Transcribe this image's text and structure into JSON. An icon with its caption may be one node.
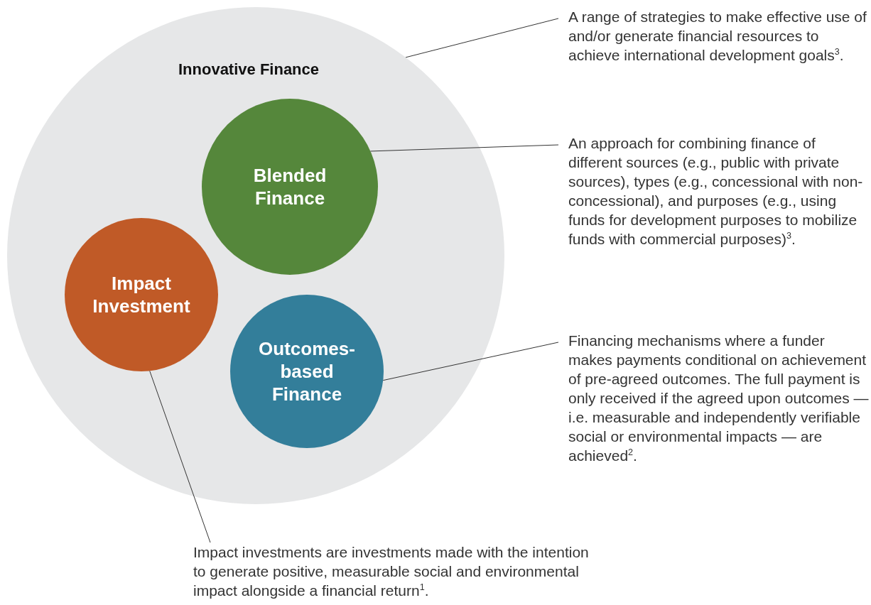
{
  "diagram": {
    "nodes": [
      {
        "text": [
          "Innovative Finance"
        ]
      },
      {
        "text": [
          "Blended Finance"
        ],
        "in": 0
      },
      {
        "text": [
          "Impact Investment"
        ],
        "in": 0
      },
      {
        "text": [
          "Outcomes-based Finance"
        ],
        "in": 0
      },
      {
        "text": [
          "A range of strategies to make effective use of and/or generate financial resources to achieve international development goals$^{3}$."
        ]
      },
      {
        "text": [
          "An approach for combining finance of different sources (e.g., public with private sources), types (e.g., concessional with non-concessional), and purposes (e.g., using funds for development purposes to mobilize funds with commercial purposes)$^{3}$."
        ]
      },
      {
        "text": [
          "Financing mechanisms where a funder makes payments conditional on achievement of pre-agreed outcomes. The full payment is only received if the agreed upon outcomes — i.e. measurable and independently verifiable social or environmental impacts — are achieved$^{2}$."
        ]
      },
      {
        "text": [
          "Impact investments are investments made with the intention to generate positive, measurable social and environmental impact alongside a financial return$^{1}$."
        ]
      }
    ],
    "edges": [
      {
        "from": 4,
        "to": 0,
        "arrow": "none"
      },
      {
        "from": 5,
        "to": 1,
        "arrow": "none"
      },
      {
        "from": 6,
        "to": 3,
        "arrow": "none"
      },
      {
        "from": 7,
        "to": 2,
        "arrow": "none"
      }
    ]
  }
}
